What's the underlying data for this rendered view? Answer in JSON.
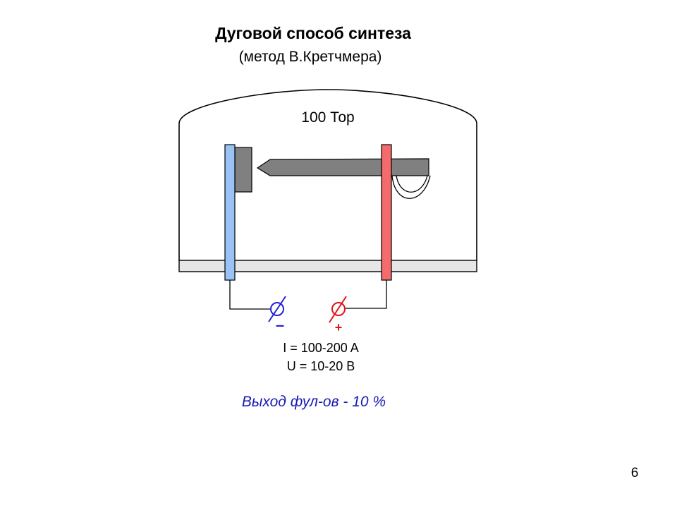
{
  "slide": {
    "title": "Дуговой способ синтеза",
    "subtitle": "(метод В.Кретчмера)",
    "pressure_label": "100 Тор",
    "current_label": "I = 100-200 A",
    "voltage_label": "U = 10-20 B",
    "yield_label": "Выход фул-ов - 10 %",
    "page_number": "6"
  },
  "terminals": {
    "negative_sign": "–",
    "positive_sign": "+"
  },
  "colors": {
    "cathode": "#99c2f5",
    "anode": "#f46b6b",
    "rod": "#808080",
    "base": "#e6e6e6",
    "negative_terminal": "#2323d2",
    "positive_terminal": "#e01515",
    "yield_text": "#1a1ab4"
  }
}
